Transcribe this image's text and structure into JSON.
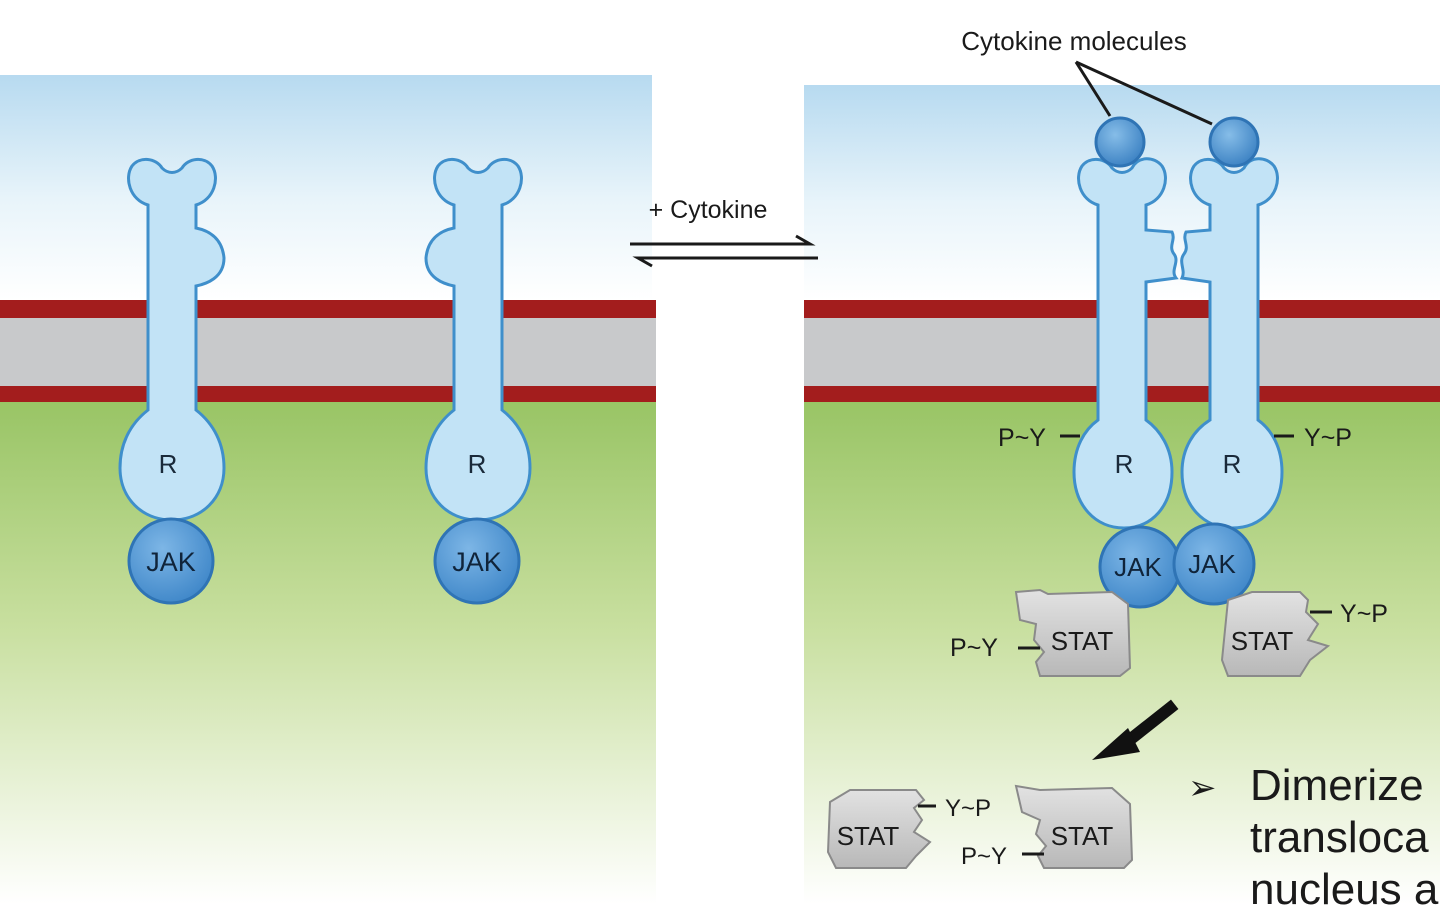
{
  "labels": {
    "cytokine_molecules": "Cytokine molecules",
    "plus_cytokine": "+ Cytokine",
    "receptor": "R",
    "jak": "JAK",
    "stat": "STAT",
    "p_y": "P~Y",
    "y_p": "Y~P"
  },
  "caption": {
    "bullet": "➢",
    "lines": [
      "Dimerize",
      "transloca",
      "nucleus a"
    ]
  },
  "colors": {
    "extracellular_top": "#bedff3",
    "membrane_red": "#a31d1d",
    "membrane_gray": "#c8c9cb",
    "cytoplasm_green": "#9cc767",
    "receptor_fill": "#c2e3f6",
    "receptor_stroke": "#3f8fcb",
    "jak_fill": "#4e97d4",
    "stat_fill": "#c9c9c9"
  }
}
